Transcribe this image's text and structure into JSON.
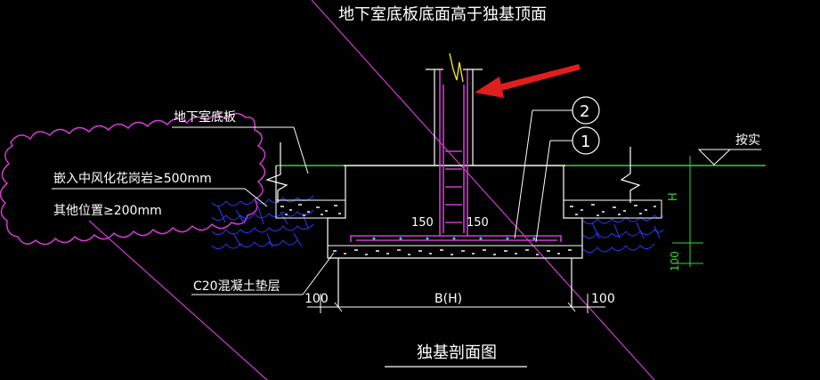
{
  "title_top": "地下室底板底面高于独基顶面",
  "labels": {
    "basement_slab": "地下室底板",
    "note_line1": "嵌入中风化花岗岩≥500mm",
    "note_line2": "其他位置≥200mm",
    "cushion": "C20混凝土垫层",
    "compacted": "按实",
    "drawing_title": "独基剖面图"
  },
  "dimensions": {
    "left_offset": "100",
    "right_offset": "100",
    "width": "B(H)",
    "cover_left": "150",
    "cover_right": "150",
    "height_h": "H",
    "height_100": "100"
  },
  "callouts": {
    "c1": "1",
    "c2": "2"
  },
  "colors": {
    "background": "#000000",
    "white_lines": "#ffffff",
    "magenta": "#d03cd0",
    "green": "#33d633",
    "blue_hatch": "#2a3cff",
    "red_arrow": "#e01e1e",
    "yellow_break": "#f0e020"
  }
}
